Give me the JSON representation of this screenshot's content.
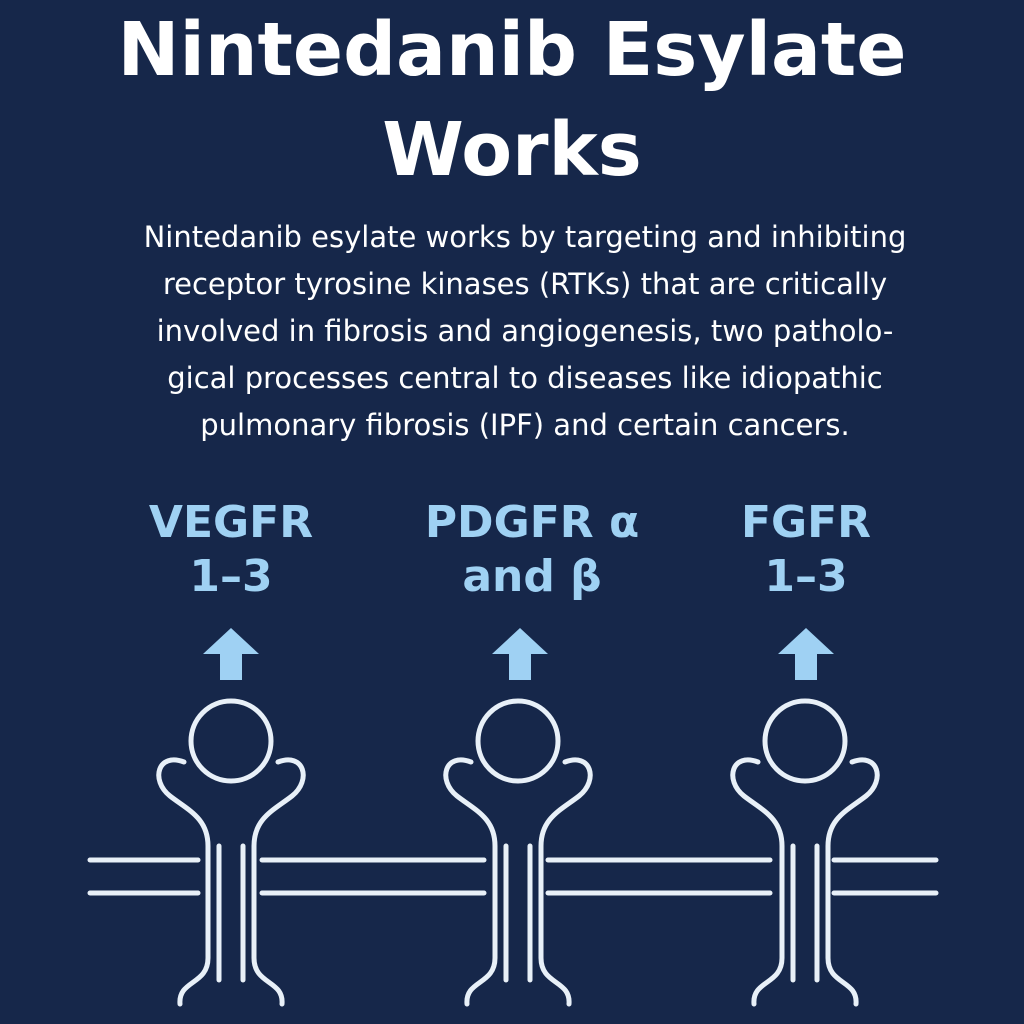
{
  "title": {
    "line1": "Nintedanib Esylate",
    "line2": "Works"
  },
  "description": {
    "lines": [
      "Nintedanib esylate works by targeting and inhibiting",
      "receptor tyrosine kinases (RTKs) that are critically",
      "involved in fibrosis and angiogenesis, two patholo-",
      "gical processes central to diseases like idiopathic",
      "pulmonary fibrosis (IPF) and certain cancers."
    ]
  },
  "receptors": [
    {
      "line1": "VEGFR",
      "line2": "1–3",
      "icon": "up-arrow-icon"
    },
    {
      "line1": "PDGFR α",
      "line2": "and β",
      "icon": "up-arrow-icon"
    },
    {
      "line1": "FGFR",
      "line2": "1–3",
      "icon": "up-arrow-icon"
    }
  ],
  "colors": {
    "background": "#16274a",
    "title": "#ffffff",
    "receptor_label": "#9fd1f3",
    "arrow": "#9fd1f3",
    "diagram_stroke": "#e8f0f8"
  }
}
